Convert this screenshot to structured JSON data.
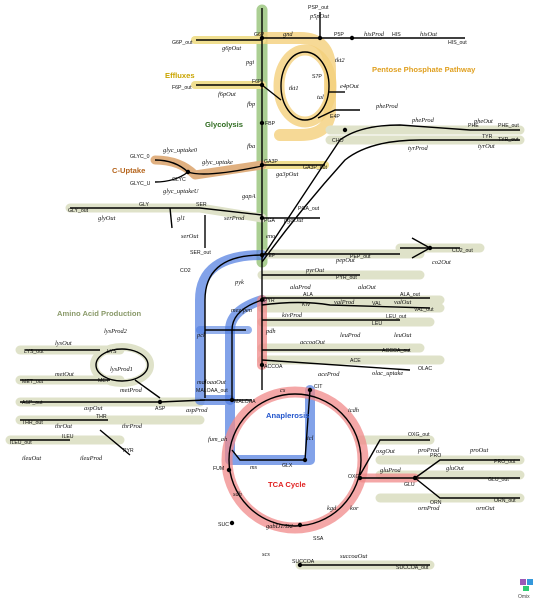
{
  "groups": {
    "effluxes": {
      "text": "Effluxes",
      "color": "#c9a400"
    },
    "glycolysis": {
      "text": "Glycolysis",
      "color": "#2e6b1f"
    },
    "pentose": {
      "text": "Pentose Phosphate Pathway",
      "color": "#e0a020"
    },
    "cuptake": {
      "text": "C-Uptake",
      "color": "#b5651d"
    },
    "aminoacid": {
      "text": "Amino Acid Production",
      "color": "#8a9a6a"
    },
    "anaplerosis": {
      "text": "Anaplerosis",
      "color": "#2255cc"
    },
    "tca": {
      "text": "TCA Cycle",
      "color": "#e02020"
    }
  },
  "metabolites": {
    "g6p": "G6P",
    "f6p": "F6P",
    "fbp": "FBP",
    "ga3p": "GA3P",
    "pga": "PGA",
    "pep": "PEP",
    "pyr": "PYR",
    "accoa": "ACCOA",
    "maloaa": "MALOAA",
    "cit": "CIT",
    "oxg": "OXG",
    "suc": "SUC",
    "fum": "FUM",
    "glx": "GLX",
    "ssa": "SSA",
    "succoa": "SUCCOA",
    "p5p": "P5P",
    "s7p": "S7P",
    "e4p": "E4P",
    "cho": "CHO",
    "his": "HIS",
    "glyc": "GLYC",
    "gly": "GLY",
    "ser": "SER",
    "ala": "ALA",
    "val": "VAL",
    "kiv": "KIV",
    "leu": "LEU",
    "ace": "ACE",
    "olac": "OLAC",
    "lys": "LYS",
    "met": "MET",
    "asp": "ASP",
    "thr": "THR",
    "ileu": "ILEU",
    "pro": "PRO",
    "glu": "GLU",
    "orn": "ORN",
    "phe": "PHE",
    "tyr": "TYR",
    "co2": "CO2",
    "pyr_small": "PYR"
  },
  "outputs": {
    "psp_out": "PSP_out",
    "his_out": "HIS_out",
    "g6p_out": "G6P_out",
    "f6p_out": "F6P_out",
    "ga3p_out": "GA3P_out",
    "pga_out": "PGA_out",
    "pep_out": "PEP_out",
    "pyr_out": "PYR_out",
    "ala_out": "ALA_out",
    "val_out": "VAL_out",
    "leu_out": "LEU_out",
    "accoa_out": "ACCOA_out",
    "phe_out": "PHE_out",
    "tyr_out": "TYR_out",
    "co2_out": "CO2_out",
    "gly_out": "GLY_out",
    "ser_out": "SER_out",
    "lys_out": "LYS_out",
    "met_out": "MET_out",
    "asp_out": "ASP_out",
    "thr_out": "THR_out",
    "ileu_out": "ILEU_out",
    "maloaa_out": "MALOAA_out",
    "oxg_out": "OXG_out",
    "pro_out": "PRO_out",
    "glu_out": "GLU_out",
    "orn_out": "ORN_out",
    "succoa_out": "SUCCOA_out",
    "glyc_0": "GLYC_0",
    "glyc_u": "GLYC_U"
  },
  "reactions": {
    "g6pOut": "g6pOut",
    "f6pOut": "f6pOut",
    "pgi": "pgi",
    "fbp": "fbp",
    "fba": "fba",
    "gapA": "gapA",
    "eno": "eno",
    "pyk": "pyk",
    "pdh": "pdh",
    "pck": "pck",
    "mezpen": "mez/pen",
    "gnd": "gnd",
    "p5pOut": "p5pOut",
    "hisProd": "hisProd",
    "hisOut": "hisOut",
    "tkt1": "tkt1",
    "tkt2": "tkt2",
    "tal": "tal",
    "e4pOut": "e4pOut",
    "pheProd": "pheProd",
    "pheProd2": "pheProd",
    "pheOut": "pheOut",
    "tyrProd": "tyrProd",
    "tyrOut": "tyrOut",
    "glycUptake0": "glyc_uptake0",
    "glycUptake": "glyc_uptake",
    "glycUptakeU": "glyc_uptakeU",
    "ga3pOut": "ga3pOut",
    "gl1": "gl1",
    "serProd": "serProd",
    "glyOut": "glyOut",
    "serOut": "serOut",
    "pgaOut": "pgaOut",
    "pepOut": "pepOut",
    "pyrOut": "pyrOut",
    "alaProd": "alaProd",
    "alaOut": "alaOut",
    "kivProd": "kivProd",
    "valProd": "valProd",
    "valOut": "valOut",
    "leuProd": "leuProd",
    "leuOut": "leuOut",
    "accoaOut": "accoaOut",
    "aceProd": "aceProd",
    "olacUptake": "olac_uptake",
    "co2Out": "co2Out",
    "lysOut": "lysOut",
    "lysProd2": "lysProd2",
    "lysProd1": "lysProd1",
    "metOut": "metOut",
    "metProd": "metProd",
    "aspOut": "aspOut",
    "aspProd": "aspProd",
    "thrOut": "thrOut",
    "thrProd": "thrProd",
    "ileuOut": "ileuOut",
    "ileuProd": "ileuProd",
    "maloaaOut": "maloaaOut",
    "cs": "cs",
    "icdh": "icdh",
    "icl": "icl",
    "ms": "ms",
    "fumah": "fum_ah",
    "sdh": "sdh",
    "gabD1D2": "gabD1/D2",
    "kgd": "kgd",
    "kor": "kor",
    "scs": "scs",
    "succoaOut": "succoaOut",
    "oxgOut": "oxgOut",
    "gluProd": "gluProd",
    "proProd": "proProd",
    "proOut": "proOut",
    "gluOut": "gluOut",
    "ornProd": "ornProd",
    "ornOut": "ornOut"
  },
  "logo": {
    "text": "Omix"
  }
}
